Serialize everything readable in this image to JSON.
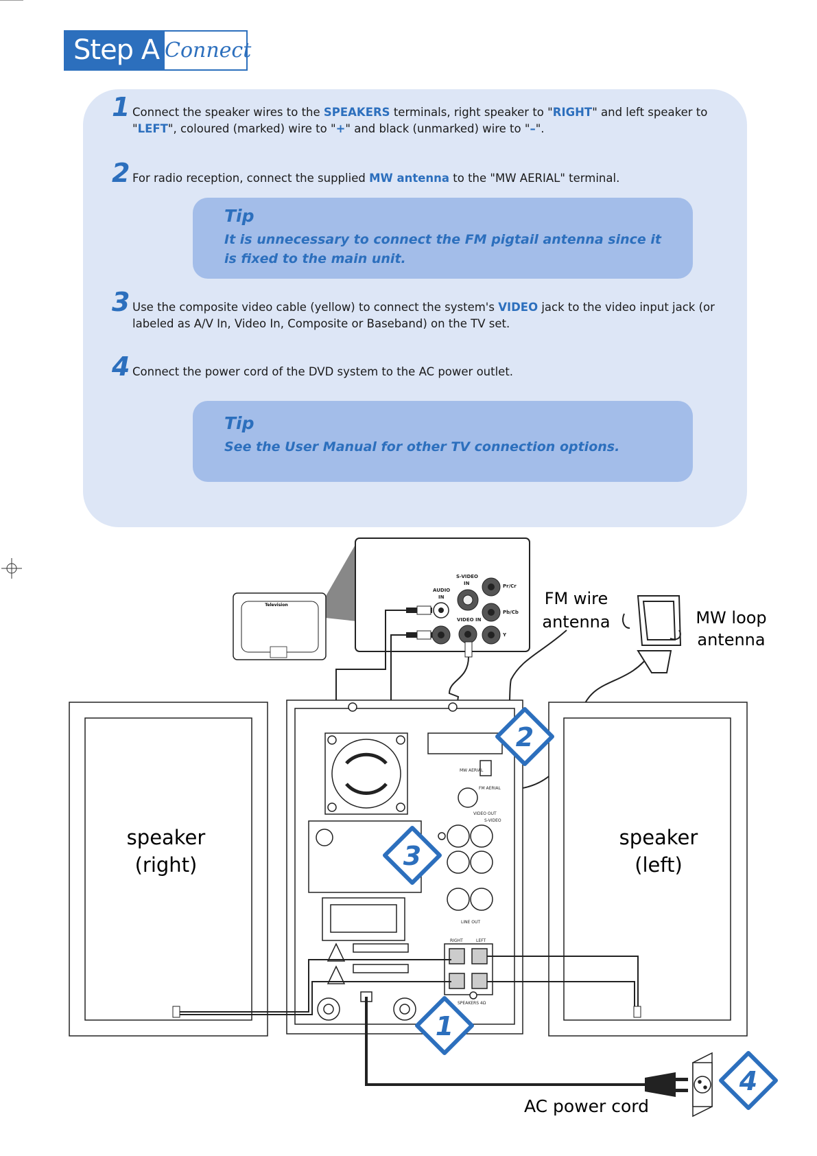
{
  "header": {
    "step": "Step A",
    "title": "Connect"
  },
  "steps": [
    {
      "number": "1",
      "parts": [
        "Connect the speaker wires to the ",
        "SPEAKERS",
        " terminals, right speaker to \"",
        "RIGHT",
        "\" and left speaker to \"",
        "LEFT",
        "\", coloured (marked) wire to \"",
        "+",
        "\" and black (unmarked) wire to \"",
        "–",
        "\"."
      ]
    },
    {
      "number": "2",
      "parts": [
        "For radio reception, connect the supplied ",
        "MW antenna",
        " to the \"MW AERIAL\" terminal."
      ]
    },
    {
      "number": "3",
      "parts": [
        "Use the composite video cable (yellow) to connect the system's ",
        "VIDEO",
        " jack to the video input jack (or labeled as A/V In, Video In, Composite or Baseband) on the TV set."
      ]
    },
    {
      "number": "4",
      "parts": [
        "Connect the power cord of the DVD system to the AC power outlet."
      ]
    }
  ],
  "tips": [
    {
      "title": "Tip",
      "line1": "It is unnecessary to connect the FM pigtail antenna since it",
      "line2": "is fixed to the main unit."
    },
    {
      "title": "Tip",
      "line1": "See the User Manual for other TV connection options.",
      "line2": ""
    }
  ],
  "diagram": {
    "tv_label": "Television",
    "tv_panel": {
      "svideo": "S-VIDEO",
      "in": "IN",
      "audio": "AUDIO",
      "video_in": "VIDEO IN",
      "pr": "Pr/Cr",
      "pb": "Pb/Cb",
      "y": "Y"
    },
    "fm_label_1": "FM wire",
    "fm_label_2": "antenna",
    "mw_label_1": "MW loop",
    "mw_label_2": "antenna",
    "speaker_right_1": "speaker",
    "speaker_right_2": "(right)",
    "speaker_left_1": "speaker",
    "speaker_left_2": "(left)",
    "power_label": "AC power cord",
    "unit_labels": {
      "mw_aerial": "MW AERIAL",
      "fm_aerial": "FM AERIAL",
      "video_out": "VIDEO OUT",
      "svideo": "S-VIDEO",
      "line_out": "LINE OUT",
      "speakers": "SPEAKERS 4Ω",
      "right": "RIGHT",
      "left": "LEFT"
    },
    "callouts": [
      "1",
      "2",
      "3",
      "4"
    ]
  },
  "colors": {
    "accent": "#2c6fbd",
    "panel": "#dde6f6",
    "tip": "#a3bde9"
  }
}
